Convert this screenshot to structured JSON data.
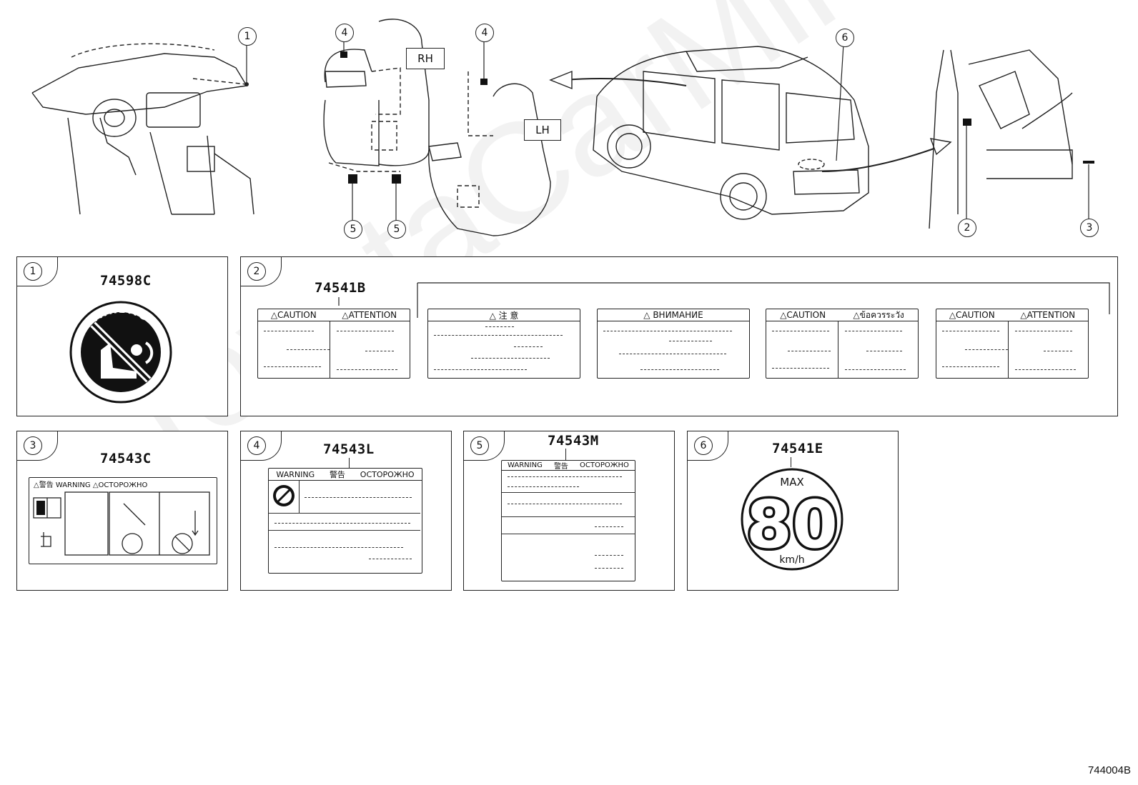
{
  "watermark": "ToyotaCarMirror.ru",
  "diagram_code": "744004B",
  "overview": {
    "seat_rh_tag": "RH",
    "seat_lh_tag": "LH",
    "callouts": [
      "1",
      "4",
      "4",
      "5",
      "5",
      "6",
      "2",
      "3"
    ]
  },
  "panels": [
    {
      "index": "1",
      "part_no": "74598C",
      "text": "AIRBAG"
    },
    {
      "index": "2",
      "part_no": "74541B",
      "labels": [
        {
          "heads": [
            "△CAUTION",
            "△ATTENTION"
          ]
        },
        {
          "heads": [
            "△ 注 意"
          ]
        },
        {
          "heads": [
            "△ ВНИМАНИЕ"
          ]
        },
        {
          "heads": [
            "△CAUTION",
            "△ข้อควรระวัง"
          ]
        },
        {
          "heads": [
            "△CAUTION",
            "△ATTENTION"
          ]
        }
      ]
    },
    {
      "index": "3",
      "part_no": "74543C",
      "head": "△警告 WARNING △ОСТОРОЖНО"
    },
    {
      "index": "4",
      "part_no": "74543L",
      "head": [
        "WARNING",
        "警告",
        "ОСТОРОЖНО"
      ]
    },
    {
      "index": "5",
      "part_no": "74543M",
      "head": [
        "WARNING",
        "警告",
        "ОСТОРОЖНО"
      ]
    },
    {
      "index": "6",
      "part_no": "74541E",
      "max": "MAX",
      "speed": "80",
      "unit": "km/h"
    }
  ]
}
